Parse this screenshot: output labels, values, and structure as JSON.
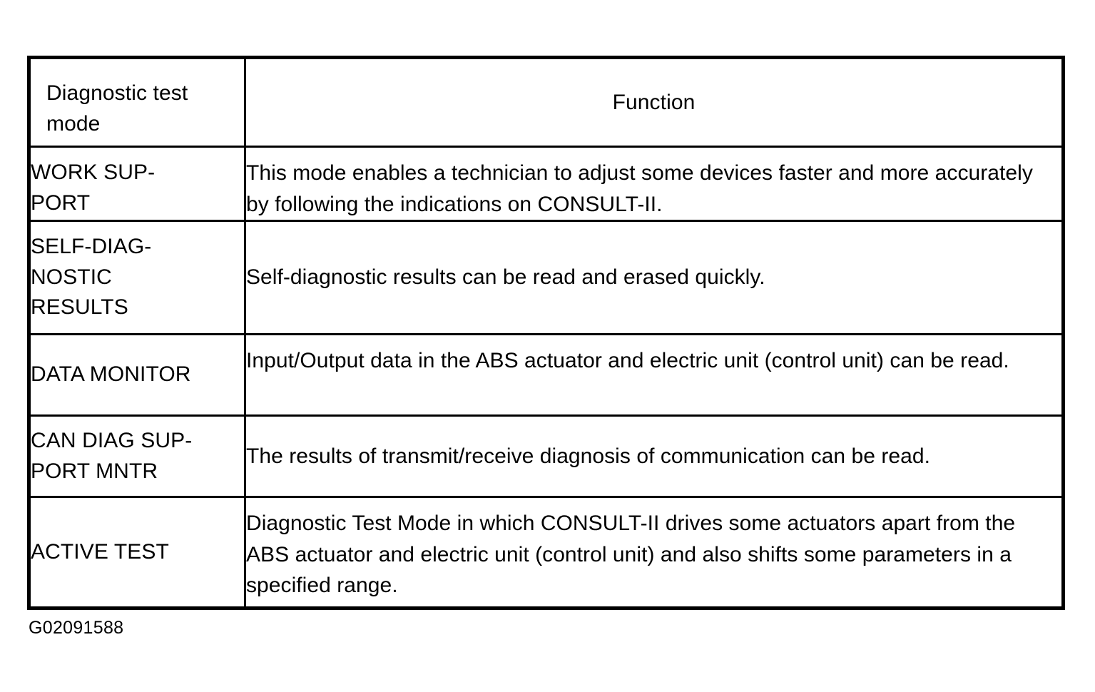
{
  "document": {
    "figure_id": "G02091588"
  },
  "table": {
    "headers": {
      "mode": "Diagnostic test mode",
      "function": "Function"
    },
    "rows": [
      {
        "mode": "WORK SUP-PORT",
        "mode_line1": "WORK SUP-",
        "mode_line2": "PORT",
        "function": "This mode enables a technician to adjust some devices faster and more accurately by following the indications on CONSULT-II."
      },
      {
        "mode": "SELF-DIAGNOSTIC RESULTS",
        "mode_line1": "SELF-DIAG-",
        "mode_line2": "NOSTIC",
        "mode_line3": "RESULTS",
        "function": "Self-diagnostic results can be read and erased quickly."
      },
      {
        "mode": "DATA MONITOR",
        "function": "Input/Output data in the ABS actuator and electric unit (control unit) can be read."
      },
      {
        "mode": "CAN DIAG SUP-PORT MNTR",
        "mode_line1": "CAN DIAG SUP-",
        "mode_line2": "PORT MNTR",
        "function": "The results of transmit/receive diagnosis of communication can be read."
      },
      {
        "mode": "ACTIVE TEST",
        "function": "Diagnostic Test Mode in which CONSULT-II drives some actuators apart from the ABS actuator and electric unit (control unit) and also shifts some parameters in a specified range."
      }
    ]
  }
}
